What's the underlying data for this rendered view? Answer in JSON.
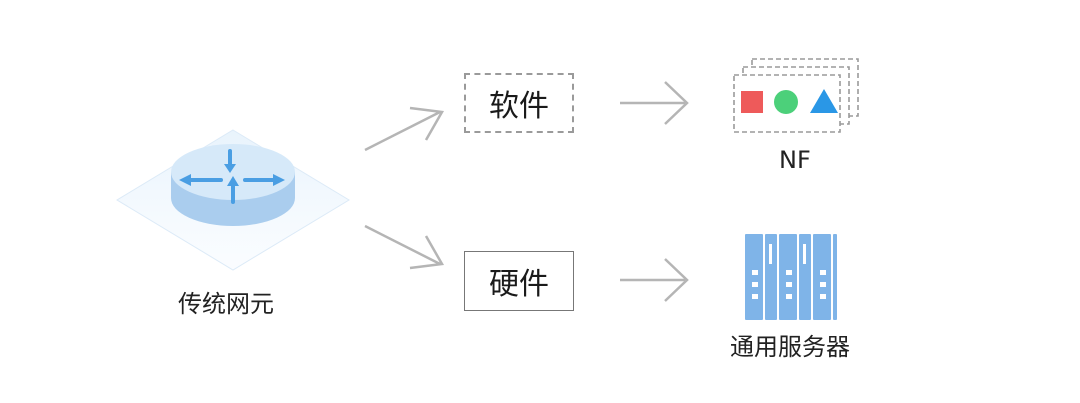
{
  "source": {
    "label": "传统网元",
    "icon": "router-icon"
  },
  "branches": [
    {
      "box_label": "软件",
      "box_style": "dashed",
      "result_label": "NF",
      "result_icon": "nf-shapes-icon"
    },
    {
      "box_label": "硬件",
      "box_style": "solid",
      "result_label": "通用服务器",
      "result_icon": "server-icon"
    }
  ],
  "colors": {
    "arrow": "#b5b5b5",
    "router_blue": "#4a9ee3",
    "square": "#ee5a5a",
    "circle": "#4cd07a",
    "triangle": "#2a97e6",
    "server": "#7fb4e8",
    "text": "#222222"
  }
}
